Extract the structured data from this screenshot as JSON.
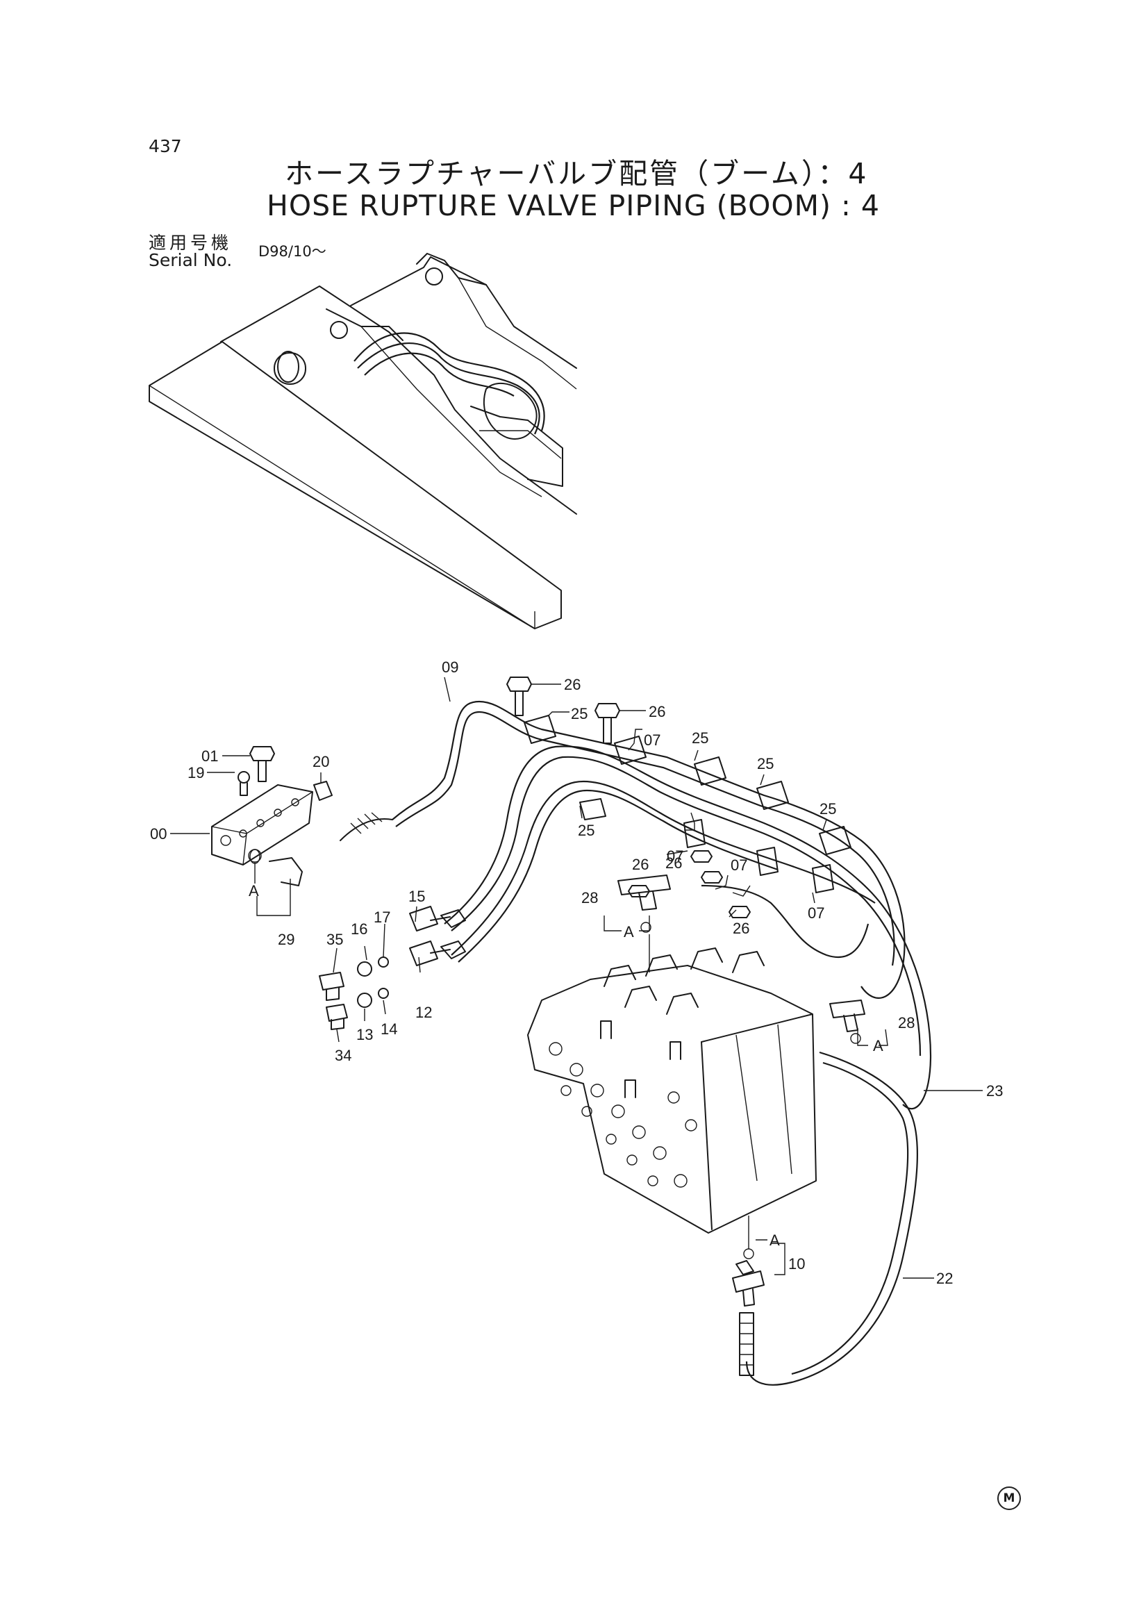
{
  "header": {
    "page_number": "437",
    "title_jp": "ホースラプチャーバルブ配管（ブーム）：4",
    "title_en": "HOSE RUPTURE VALVE PIPING (BOOM) : 4",
    "serial_label_jp": "適用号機",
    "serial_label_en": "Serial No.",
    "serial_value": "D98/10～"
  },
  "labels": {
    "p09": "09",
    "p26a": "26",
    "p26b": "26",
    "p25a": "25",
    "p07a": "07",
    "p25b": "25",
    "p25c": "25",
    "p25d": "25",
    "p25e": "25",
    "p01": "01",
    "p19": "19",
    "p20": "20",
    "p00": "00",
    "pA1": "A",
    "p29": "29",
    "p07b": "07",
    "p26c": "26",
    "p26d": "26",
    "p07c": "07",
    "p07d": "07",
    "p26e": "26",
    "p28a": "28",
    "pA2": "A",
    "p15": "15",
    "p16": "16",
    "p17": "17",
    "p35": "35",
    "p12": "12",
    "p13": "13",
    "p14": "14",
    "p34": "34",
    "p28b": "28",
    "pA3": "A",
    "p23": "23",
    "pA4": "A",
    "p10": "10",
    "p22": "22"
  },
  "footer": {
    "mark": "M"
  }
}
